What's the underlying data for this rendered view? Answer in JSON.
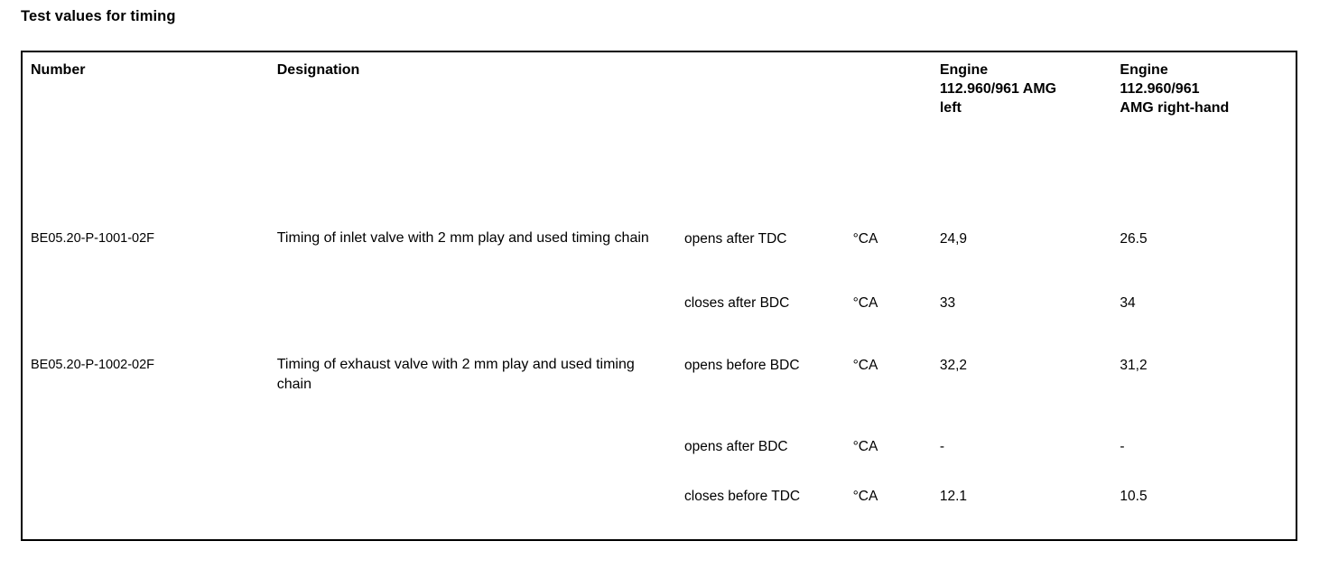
{
  "document": {
    "title": "Test values for timing"
  },
  "table": {
    "headers": {
      "number": "Number",
      "designation": "Designation",
      "engine_left": "Engine\n112.960/961 AMG\nleft",
      "engine_right": "Engine\n112.960/961\nAMG right-hand"
    },
    "rows": [
      {
        "number": "BE05.20-P-1001-02F",
        "designation": "Timing of inlet valve with 2 mm play and used timing chain",
        "measurements": [
          {
            "condition": "opens after TDC",
            "unit": "°CA",
            "engine_left": "24,9",
            "engine_right": "26.5"
          },
          {
            "condition": "closes after BDC",
            "unit": "°CA",
            "engine_left": "33",
            "engine_right": "34"
          }
        ]
      },
      {
        "number": "BE05.20-P-1002-02F",
        "designation": "Timing of exhaust valve with 2 mm play and used timing chain",
        "measurements": [
          {
            "condition": "opens before BDC",
            "unit": "°CA",
            "engine_left": "32,2",
            "engine_right": "31,2"
          },
          {
            "condition": "opens after BDC",
            "unit": "°CA",
            "engine_left": "-",
            "engine_right": "-"
          },
          {
            "condition": "closes before TDC",
            "unit": "°CA",
            "engine_left": "12.1",
            "engine_right": "10.5"
          }
        ]
      }
    ]
  }
}
